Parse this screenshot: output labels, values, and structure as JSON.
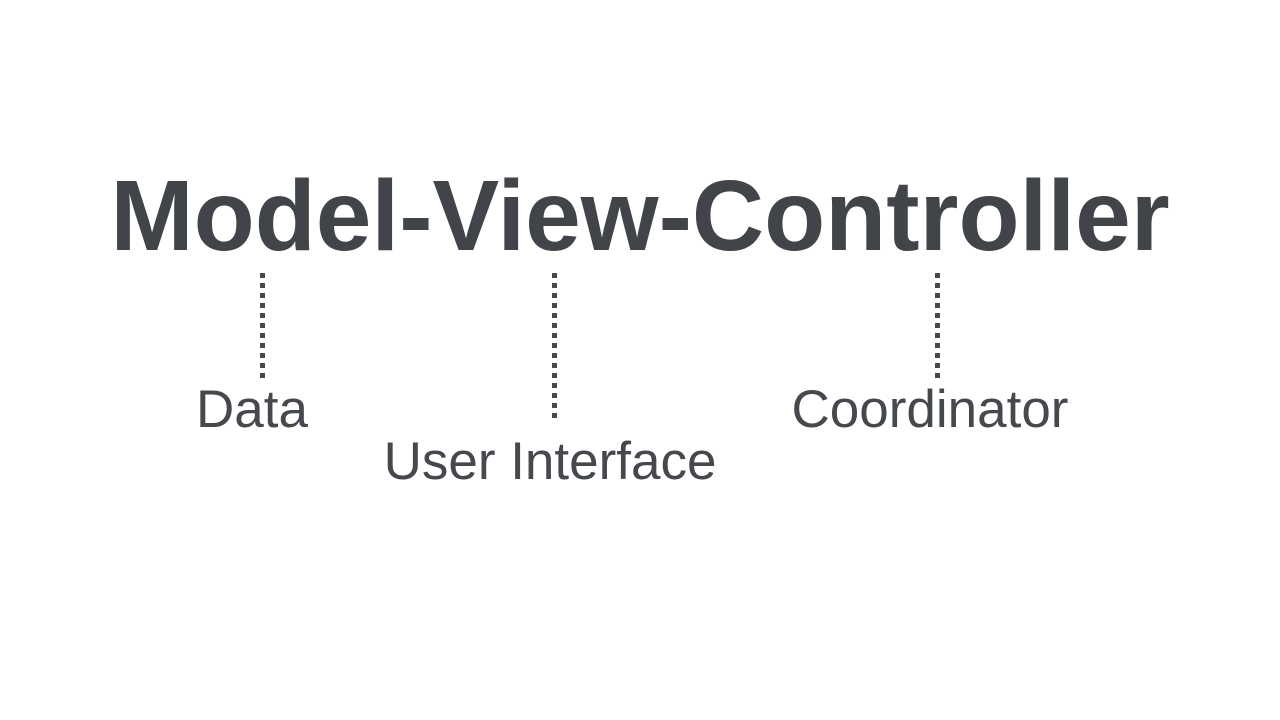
{
  "canvas": {
    "background_color": "#ffffff",
    "title_color": "#414449",
    "label_color": "#45484d",
    "connector_style": "vertical dotted line, square dots"
  },
  "title": {
    "text": "Model-View-Controller"
  },
  "annotations": [
    {
      "term": "Model",
      "label": "Data"
    },
    {
      "term": "View",
      "label": "User Interface"
    },
    {
      "term": "Controller",
      "label": "Coordinator"
    }
  ]
}
